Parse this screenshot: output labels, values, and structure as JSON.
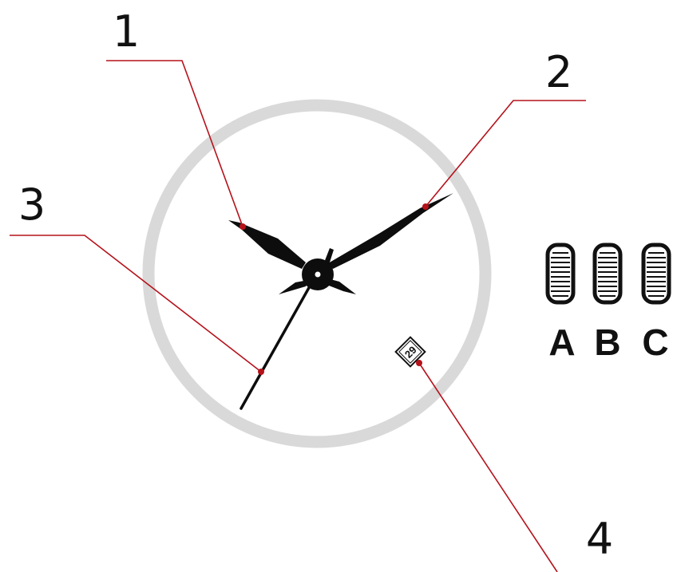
{
  "callouts": {
    "c1": "1",
    "c2": "2",
    "c3": "3",
    "c4": "4"
  },
  "date_window": {
    "value": "29"
  },
  "crown_positions": {
    "a": "A",
    "b": "B",
    "c": "C"
  },
  "colors": {
    "callout_line": "#b5121b",
    "case_ring": "#d9d9d9",
    "hands": "#0d0d0d"
  },
  "icons": {
    "crown_position_icon": "ridged-crown-icon"
  }
}
